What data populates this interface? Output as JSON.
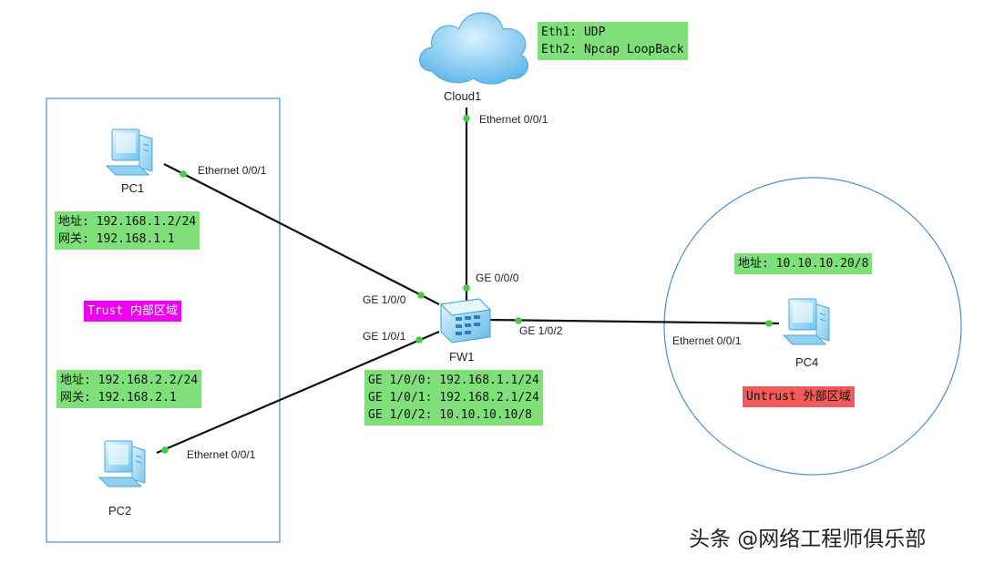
{
  "devices": {
    "cloud1": {
      "name": "Cloud1"
    },
    "pc1": {
      "name": "PC1"
    },
    "pc2": {
      "name": "PC2"
    },
    "pc4": {
      "name": "PC4"
    },
    "fw1": {
      "name": "FW1"
    }
  },
  "ports": {
    "cloud1_eth": "Ethernet 0/0/1",
    "pc1_eth": "Ethernet 0/0/1",
    "pc2_eth": "Ethernet 0/0/1",
    "pc4_eth": "Ethernet 0/0/1",
    "fw_ge000": "GE 0/0/0",
    "fw_ge100": "GE 1/0/0",
    "fw_ge101": "GE 1/0/1",
    "fw_ge102": "GE 1/0/2"
  },
  "notes": {
    "cloud_eth1": "Eth1: UDP",
    "cloud_eth2": "Eth2: Npcap LoopBack",
    "pc1_addr": "地址: 192.168.1.2/24",
    "pc1_gw": "网关: 192.168.1.1",
    "pc2_addr": "地址: 192.168.2.2/24",
    "pc2_gw": "网关: 192.168.2.1",
    "pc4_addr": "地址: 10.10.10.20/8",
    "fw_ge100": "GE 1/0/0: 192.168.1.1/24",
    "fw_ge101": "GE 1/0/1: 192.168.2.1/24",
    "fw_ge102": "GE 1/0/2: 10.10.10.10/8"
  },
  "zones": {
    "trust": "Trust 内部区域",
    "untrust": "Untrust 外部区域"
  },
  "watermark": "头条 @网络工程师俱乐部",
  "colors": {
    "note_bg": "#7fe07a",
    "trust_bg": "#f000f0",
    "untrust_bg": "#f05a5a",
    "zone_border": "#4a8fd6",
    "link": "#111111",
    "port_dot": "#44cc44"
  }
}
